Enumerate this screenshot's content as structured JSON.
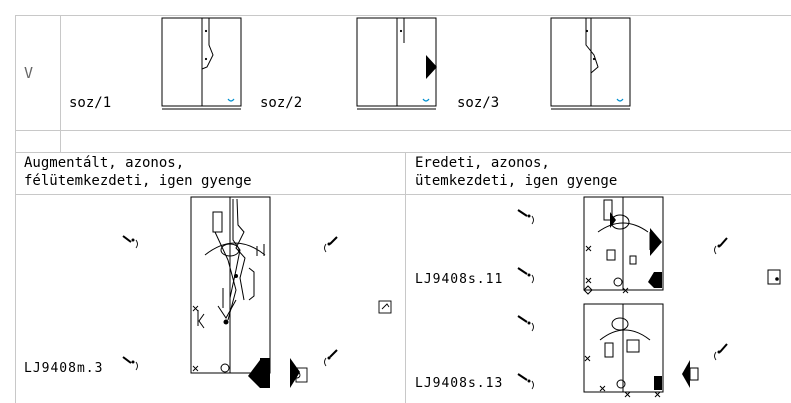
{
  "table": {
    "row1_marker": "V",
    "figures": [
      {
        "label": "soz/1"
      },
      {
        "label": "soz/2"
      },
      {
        "label": "soz/3"
      }
    ]
  },
  "left_panel": {
    "header_line1": "Augmentált, azonos,",
    "header_line2": "félütemkezdeti, igen gyenge",
    "diagram_label": "LJ9408m.3"
  },
  "right_panel": {
    "header_line1": "Eredeti, azonos,",
    "header_line2": "ütemkezdeti, igen gyenge",
    "diagram_label_top": "LJ9408s.11",
    "diagram_label_bottom": "LJ9408s.13"
  }
}
